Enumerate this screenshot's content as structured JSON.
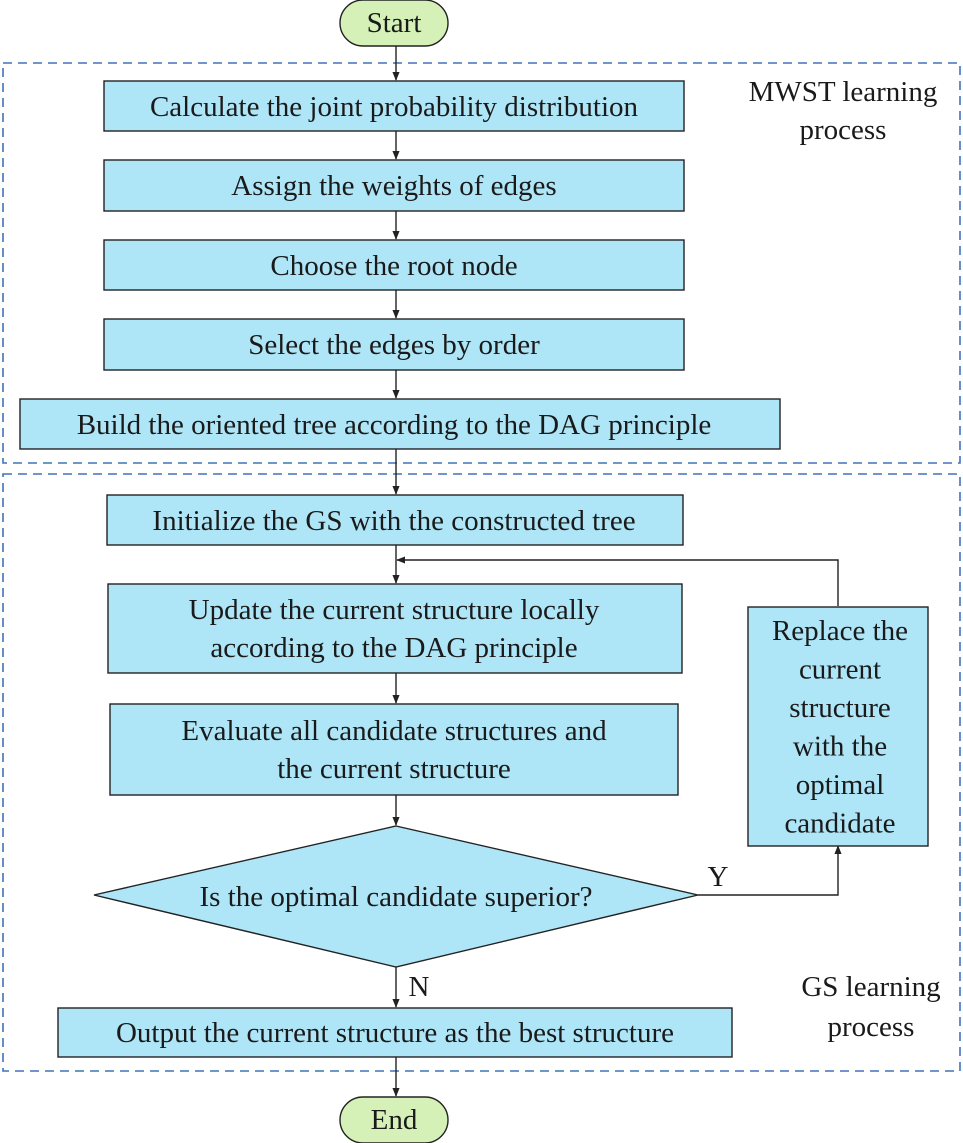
{
  "diagram": {
    "start_label": "Start",
    "end_label": "End",
    "mwst_section": {
      "title": [
        "MWST learning",
        "process"
      ],
      "steps": [
        {
          "lines": [
            "Calculate the joint probability distribution"
          ]
        },
        {
          "lines": [
            "Assign the weights of edges"
          ]
        },
        {
          "lines": [
            "Choose the root node"
          ]
        },
        {
          "lines": [
            "Select the edges by order"
          ]
        },
        {
          "lines": [
            "Build the oriented tree according to the DAG principle"
          ]
        }
      ]
    },
    "gs_section": {
      "title": [
        "GS learning",
        "process"
      ],
      "steps": [
        {
          "lines": [
            "Initialize the GS with the constructed tree"
          ]
        },
        {
          "lines": [
            "Update the current structure locally",
            "according to the DAG principle"
          ]
        },
        {
          "lines": [
            "Evaluate all candidate structures and",
            "the current structure"
          ]
        }
      ],
      "decision": {
        "lines": [
          "Is the optimal candidate superior?"
        ]
      },
      "replace_step": {
        "lines": [
          "Replace the",
          "current",
          "structure",
          "with the",
          "optimal",
          "candidate"
        ]
      },
      "yes_label": "Y",
      "no_label": "N",
      "output_step": {
        "lines": [
          "Output the current structure as the best structure"
        ]
      }
    }
  },
  "colors": {
    "process_fill": "#aee5f7",
    "terminal_fill": "#d5f1b8",
    "frame_stroke": "#3f73b8",
    "line_stroke": "#222222"
  }
}
